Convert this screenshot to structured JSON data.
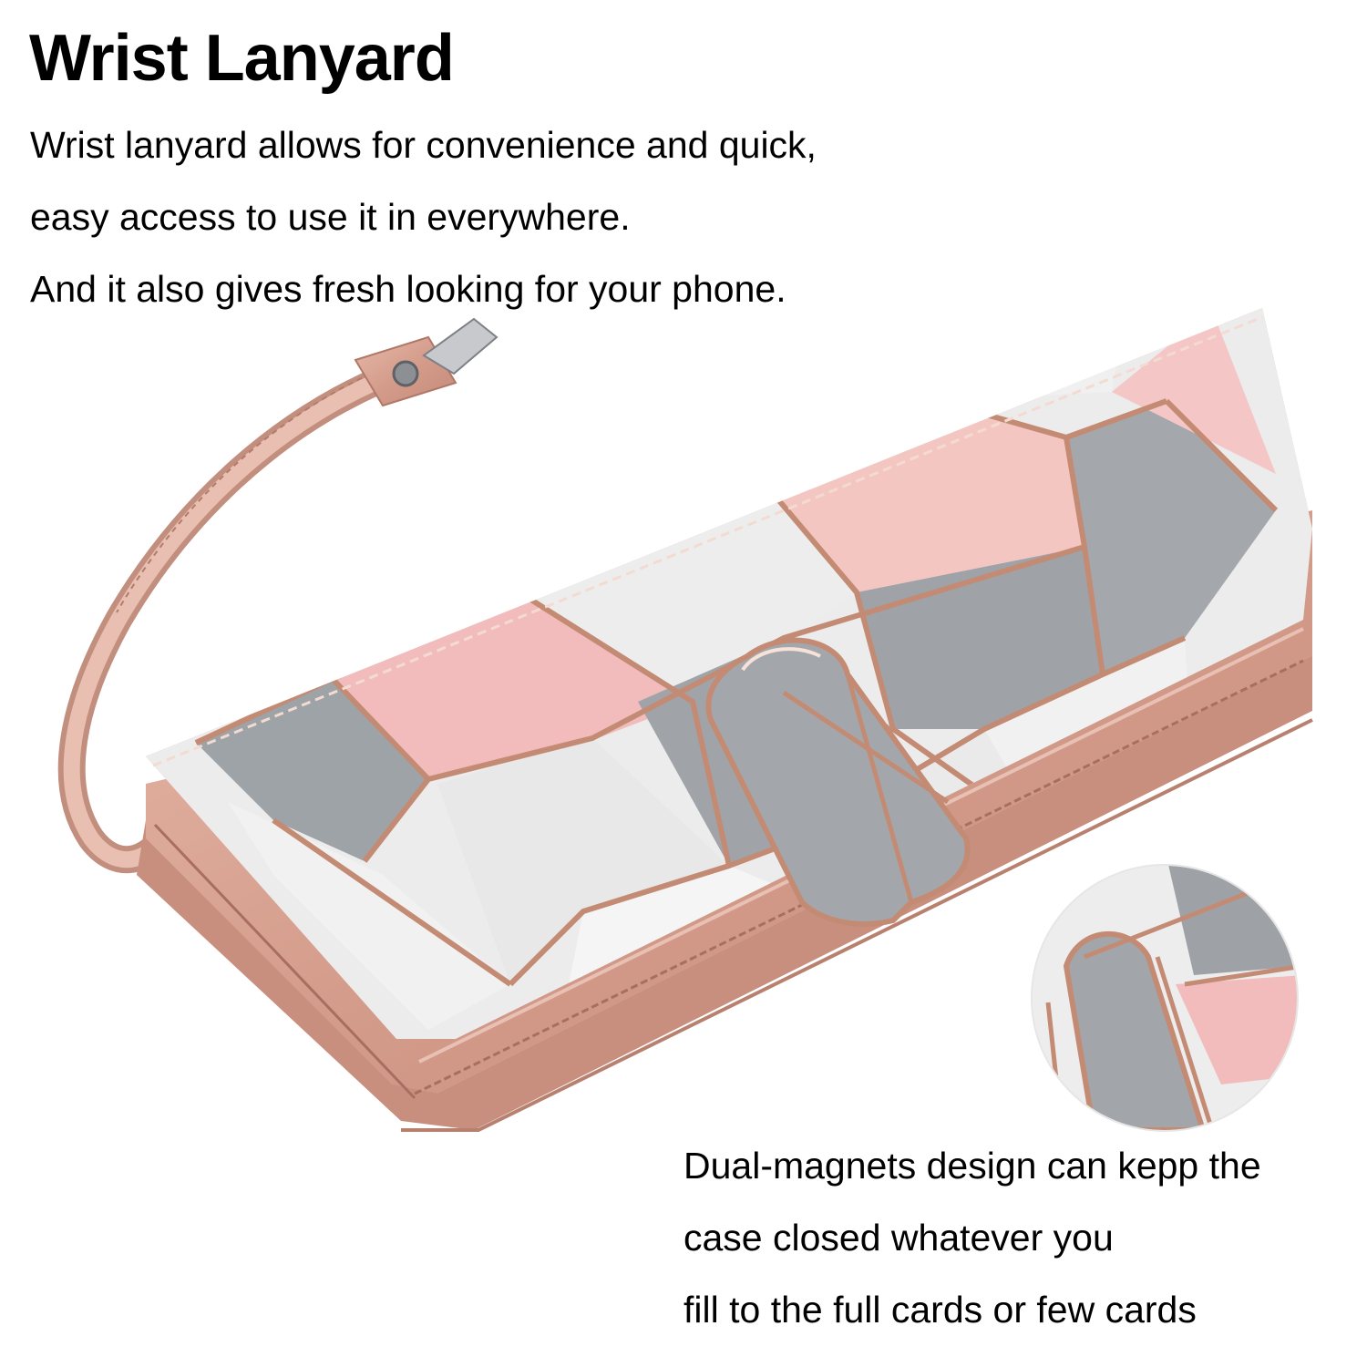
{
  "header": {
    "title": "Wrist Lanyard"
  },
  "intro": {
    "lines": [
      "Wrist lanyard allows for convenience and quick,",
      "easy access to use it in everywhere.",
      "And it also gives fresh looking for your phone."
    ]
  },
  "feature": {
    "lines": [
      "Dual-magnets design can kepp the",
      "case closed whatever you",
      "fill to the full cards or few cards"
    ]
  },
  "colors": {
    "rose_gold": "#d9a494",
    "rose_gold_dark": "#b07868",
    "marble_white": "#ececec",
    "marble_grey": "#9a9ea2",
    "marble_pink": "#f2b8b8",
    "gold_line": "#c08870"
  }
}
